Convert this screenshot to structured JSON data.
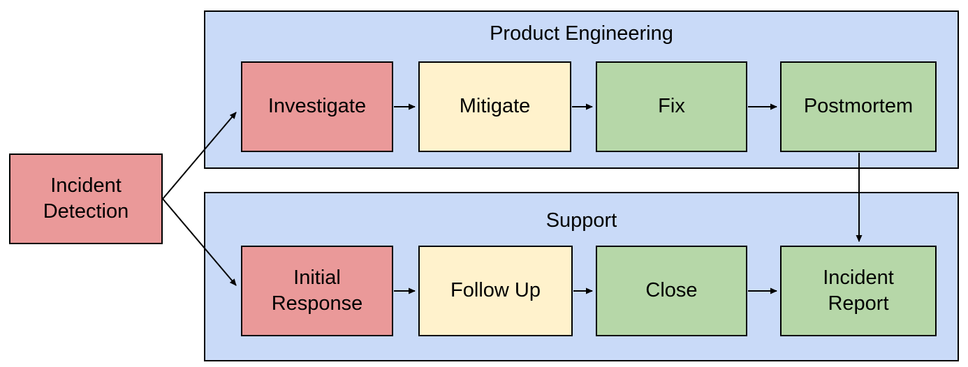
{
  "diagram": {
    "type": "flowchart",
    "start_node": {
      "id": "incident-detection",
      "label": "Incident Detection",
      "color": "#EA9999"
    },
    "lanes": [
      {
        "id": "product-engineering",
        "label": "Product Engineering",
        "nodes": [
          {
            "id": "investigate",
            "label": "Investigate",
            "color": "#EA9999"
          },
          {
            "id": "mitigate",
            "label": "Mitigate",
            "color": "#FFF2CC"
          },
          {
            "id": "fix",
            "label": "Fix",
            "color": "#B6D7A8"
          },
          {
            "id": "postmortem",
            "label": "Postmortem",
            "color": "#B6D7A8"
          }
        ]
      },
      {
        "id": "support",
        "label": "Support",
        "nodes": [
          {
            "id": "initial-response",
            "label": "Initial Response",
            "color": "#EA9999"
          },
          {
            "id": "follow-up",
            "label": "Follow Up",
            "color": "#FFF2CC"
          },
          {
            "id": "close",
            "label": "Close",
            "color": "#B6D7A8"
          },
          {
            "id": "incident-report",
            "label": "Incident Report",
            "color": "#B6D7A8"
          }
        ]
      }
    ],
    "edges": [
      {
        "from": "incident-detection",
        "to": "investigate"
      },
      {
        "from": "incident-detection",
        "to": "initial-response"
      },
      {
        "from": "investigate",
        "to": "mitigate"
      },
      {
        "from": "mitigate",
        "to": "fix"
      },
      {
        "from": "fix",
        "to": "postmortem"
      },
      {
        "from": "postmortem",
        "to": "incident-report"
      },
      {
        "from": "initial-response",
        "to": "follow-up"
      },
      {
        "from": "follow-up",
        "to": "close"
      },
      {
        "from": "close",
        "to": "incident-report"
      }
    ],
    "colors": {
      "lane_bg": "#C9DAF8",
      "node_red": "#EA9999",
      "node_yellow": "#FFF2CC",
      "node_green": "#B6D7A8",
      "border": "#000000",
      "arrow": "#000000",
      "canvas_bg": "#FFFFFF",
      "text": "#000000"
    }
  }
}
